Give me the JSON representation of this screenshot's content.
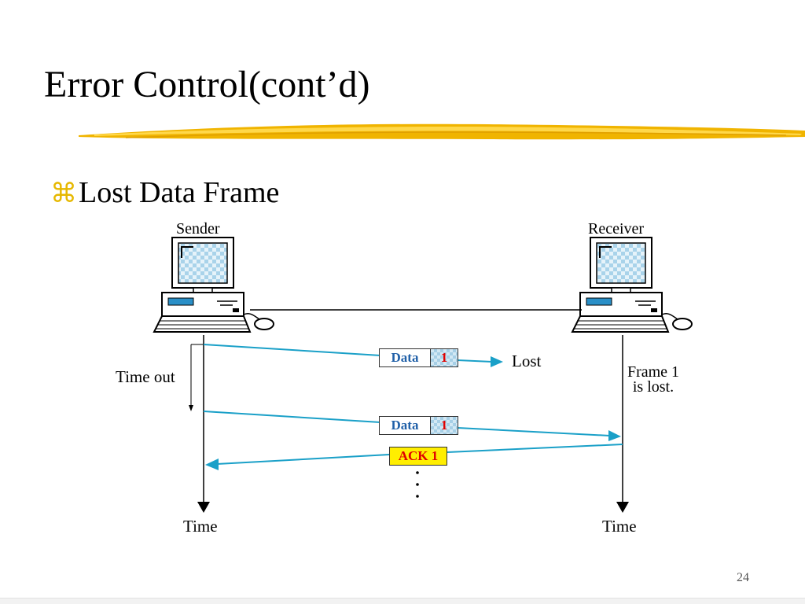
{
  "slide": {
    "title": "Error Control(cont’d)",
    "bullet_glyph": "⌘",
    "bullet_text": "Lost Data Frame",
    "page_number": "24"
  },
  "diagram": {
    "sender_label": "Sender",
    "receiver_label": "Receiver",
    "timeout_label": "Time out",
    "lost_label": "Lost",
    "frame_lost_note_line1": "Frame 1",
    "frame_lost_note_line2": "is lost.",
    "time_axis_sender": "Time",
    "time_axis_receiver": "Time",
    "frames": [
      {
        "data_label": "Data",
        "number": "1"
      },
      {
        "data_label": "Data",
        "number": "1"
      }
    ],
    "ack_label": "ACK 1"
  },
  "colors": {
    "accent_yellow": "#f0b400",
    "arrow_teal": "#1aa0c8",
    "frame_data_text": "#2060a8",
    "frame_number_text": "#e00000",
    "ack_fill": "#ffee00"
  }
}
